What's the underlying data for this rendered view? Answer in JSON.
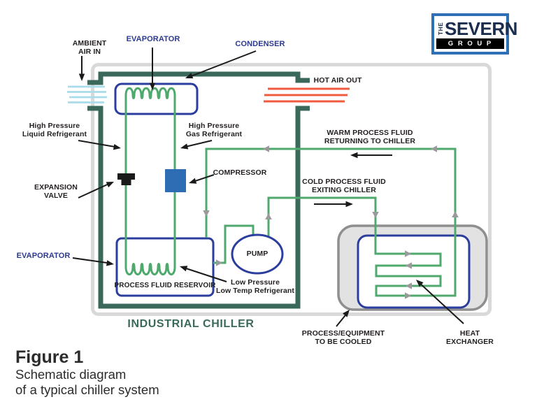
{
  "figure": {
    "title": "Figure 1",
    "caption": [
      "Schematic diagram",
      "of a typical chiller system"
    ]
  },
  "logo": {
    "the": "THE",
    "name": "SEVERN",
    "group": "G R O U P"
  },
  "diagram": {
    "industrial_chiller_label": "INDUSTRIAL CHILLER",
    "labels": {
      "ambient_air_in": [
        "AMBIENT",
        "AIR IN"
      ],
      "evaporator_top": "EVAPORATOR",
      "condenser": "CONDENSER",
      "hot_air_out": "HOT AIR OUT",
      "high_pressure_liquid": [
        "High Pressure",
        "Liquid Refrigerant"
      ],
      "high_pressure_gas": [
        "High Pressure",
        "Gas Refrigerant"
      ],
      "compressor": "COMPRESSOR",
      "expansion_valve": [
        "EXPANSION",
        "VALVE"
      ],
      "evaporator_bottom": "EVAPORATOR",
      "process_fluid_reservoir": "PROCESS FLUID RESERVOIR",
      "low_refrigerant": [
        "Low Pressure",
        "Low Temp Refrigerant"
      ],
      "pump": "PUMP",
      "warm_process_fluid": [
        "WARM PROCESS FLUID",
        "RETURNING TO CHILLER"
      ],
      "cold_process_fluid": [
        "COLD PROCESS FLUID",
        "EXITING CHILLER"
      ],
      "process_equipment": [
        "PROCESS/EQUIPMENT",
        "TO BE COOLED"
      ],
      "heat_exchanger": [
        "HEAT",
        "EXCHANGER"
      ]
    },
    "colors": {
      "pipe_green": "#4FA96C",
      "duct_dark_green": "#3A685A",
      "cabinet_grey": "#D9D9D9",
      "component_blue": "#2B3E9E",
      "compressor_fill": "#2E6DB4",
      "ambient_air_blue": "#A9DCEA",
      "hot_air_orange": "#F15B3D",
      "flow_arrow_grey": "#9A9A9A",
      "equipment_fill": "#E2E2E2",
      "equipment_border": "#8F8F8F",
      "label_text": "#231F20",
      "label_blue": "#2B3990",
      "chiller_title_green": "#3A6B5A",
      "logo_navy": "#1B2D4E",
      "logo_blue": "#2E6FB7"
    }
  }
}
